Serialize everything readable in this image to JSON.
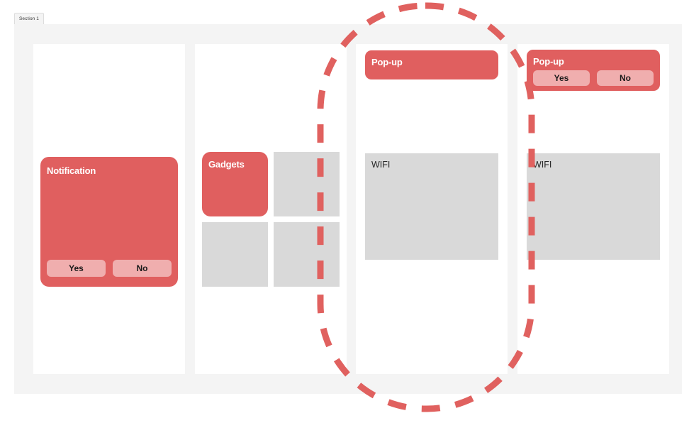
{
  "tabs": [
    {
      "label": "Section 1",
      "active": true
    }
  ],
  "colors": {
    "accent_red": "#e05f5f",
    "button_pink": "#f0aeae",
    "placeholder_gray": "#d9d9d9",
    "canvas_gray": "#f4f4f4",
    "panel_white": "#ffffff",
    "marquee_red": "#e0615f"
  },
  "panels": [
    {
      "name": "notification-panel",
      "card": {
        "title": "Notification",
        "buttons": [
          {
            "label": "Yes"
          },
          {
            "label": "No"
          }
        ]
      }
    },
    {
      "name": "gadgets-panel",
      "grid": {
        "title": "Gadgets",
        "cells": [
          {
            "kind": "accent",
            "label": "Gadgets"
          },
          {
            "kind": "placeholder",
            "label": ""
          },
          {
            "kind": "placeholder",
            "label": ""
          },
          {
            "kind": "placeholder",
            "label": ""
          }
        ]
      }
    },
    {
      "name": "popup-panel",
      "banner": {
        "title": "Pop-up",
        "has_actions": false
      },
      "wifi": {
        "label": "WIFI"
      }
    },
    {
      "name": "popup-actions-panel",
      "banner": {
        "title": "Pop-up",
        "has_actions": true,
        "buttons": [
          {
            "label": "Yes"
          },
          {
            "label": "No"
          }
        ]
      },
      "wifi": {
        "label": "WIFI"
      }
    }
  ],
  "selection": {
    "name": "dashed-selection-marquee",
    "shape": "rounded-rectangle",
    "stroke_color": "#e0615f",
    "stroke_width": 9,
    "dash_pattern": "26 22"
  }
}
